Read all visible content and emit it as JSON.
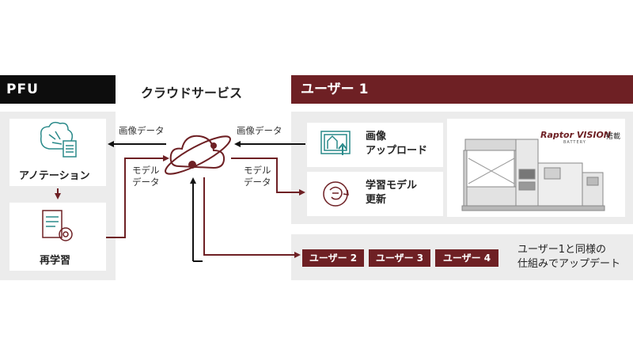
{
  "pfu": {
    "header": "PFU",
    "annotation_label": "アノテーション",
    "retrain_label": "再学習"
  },
  "cloud": {
    "title": "クラウドサービス"
  },
  "user1": {
    "header": "ユーザー 1",
    "upload_line1": "画像",
    "upload_line2": "アップロード",
    "update_line1": "学習モデル",
    "update_line2": "更新",
    "brand_name": "Raptor VISION",
    "brand_suffix": "搭載",
    "brand_sub": "BATTERY"
  },
  "flows": {
    "image_data_left": "画像データ",
    "image_data_right": "画像データ",
    "model_data_left_1": "モデル",
    "model_data_left_2": "データ",
    "model_data_right_1": "モデル",
    "model_data_right_2": "データ"
  },
  "users": {
    "user2": "ユーザー 2",
    "user3": "ユーザー 3",
    "user4": "ユーザー 4"
  },
  "note": {
    "line1": "ユーザー1と同様の",
    "line2": "仕組みでアップデート"
  },
  "colors": {
    "brand_red": "#6e2024",
    "teal": "#2a8a8a",
    "dark": "#0d0d0d",
    "panel": "#ececec"
  }
}
